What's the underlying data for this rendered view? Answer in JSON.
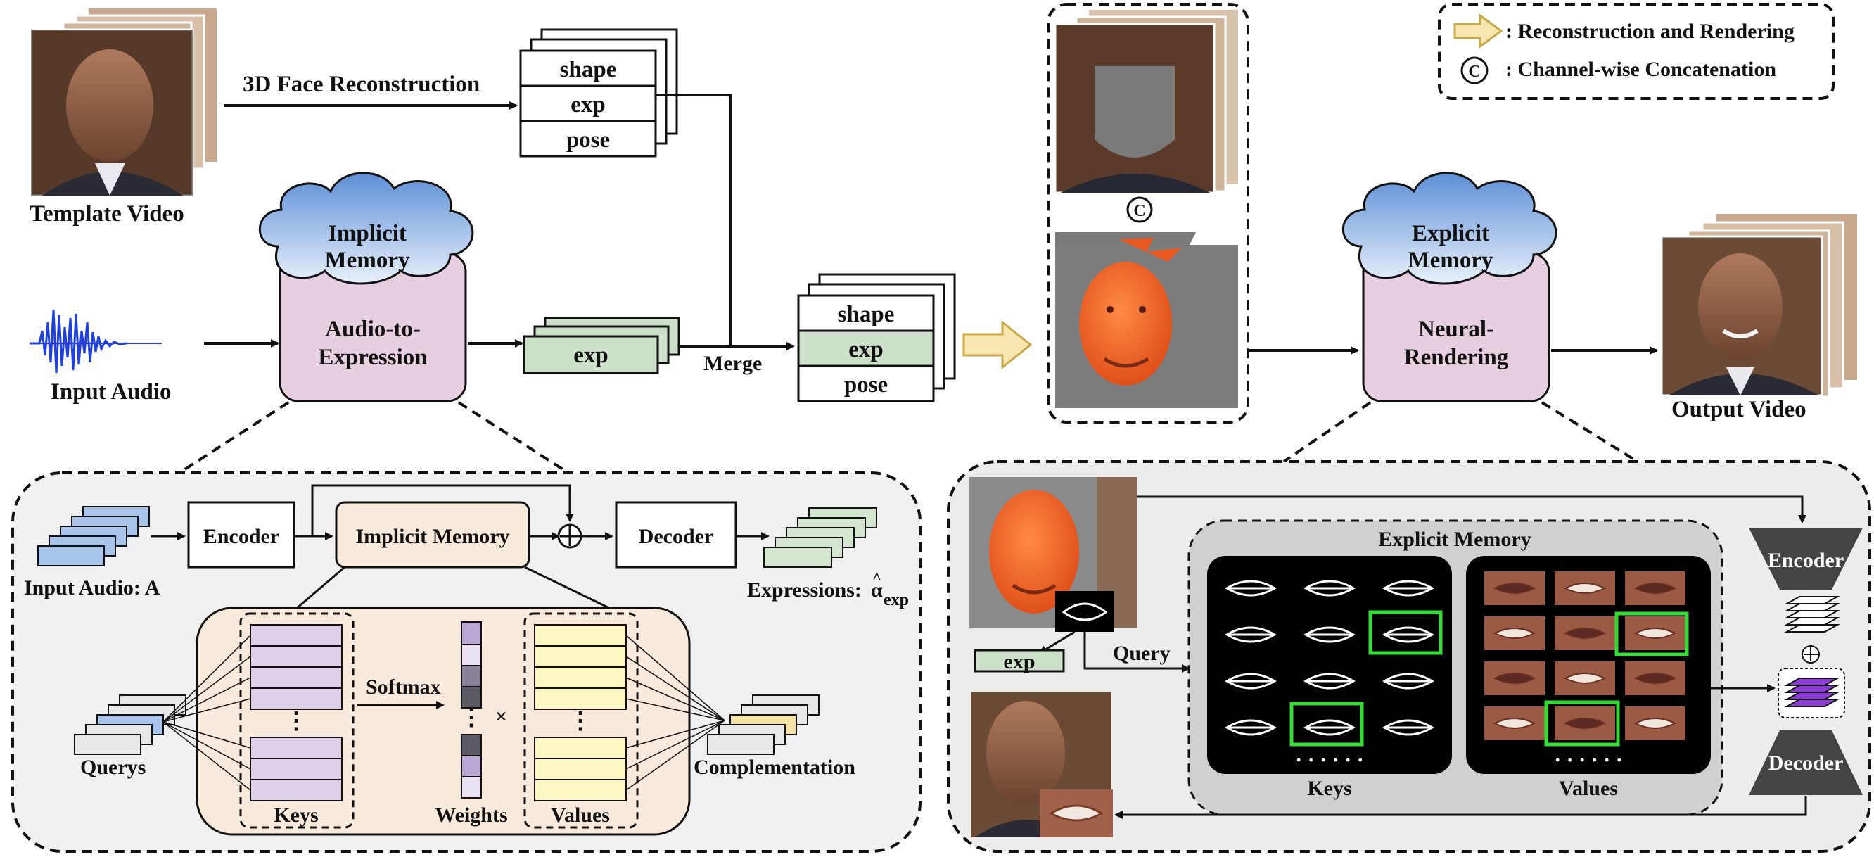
{
  "top": {
    "template_video": "Template Video",
    "face_reconstruction": "3D Face Reconstruction",
    "shape": "shape",
    "exp": "exp",
    "pose": "pose",
    "implicit_memory_1": "Implicit",
    "implicit_memory_2": "Memory",
    "a2e_1": "Audio-to-",
    "a2e_2": "Expression",
    "input_audio": "Input Audio",
    "merge": "Merge",
    "explicit_memory_1": "Explicit",
    "explicit_memory_2": "Memory",
    "nr_1": "Neural-",
    "nr_2": "Rendering",
    "output_video": "Output Video"
  },
  "legend": {
    "reconstruction": ": Reconstruction and Rendering",
    "concatenation": ": Channel-wise Concatenation",
    "concat_letter": "C"
  },
  "implicit": {
    "input_audio": "Input Audio: A",
    "encoder": "Encoder",
    "memory": "Implicit Memory",
    "decoder": "Decoder",
    "expressions": "Expressions:",
    "alpha": "α",
    "hat": "^",
    "exp_sub": "exp",
    "querys": "Querys",
    "softmax": "Softmax",
    "keys": "Keys",
    "weights": "Weights",
    "values": "Values",
    "complementation": "Complementation",
    "vdots": "⋮",
    "times": "×"
  },
  "explicit": {
    "exp": "exp",
    "query": "Query",
    "memory_title": "Explicit Memory",
    "keys": "Keys",
    "values": "Values",
    "dots": "· · · · · ·",
    "encoder": "Encoder",
    "decoder": "Decoder"
  }
}
